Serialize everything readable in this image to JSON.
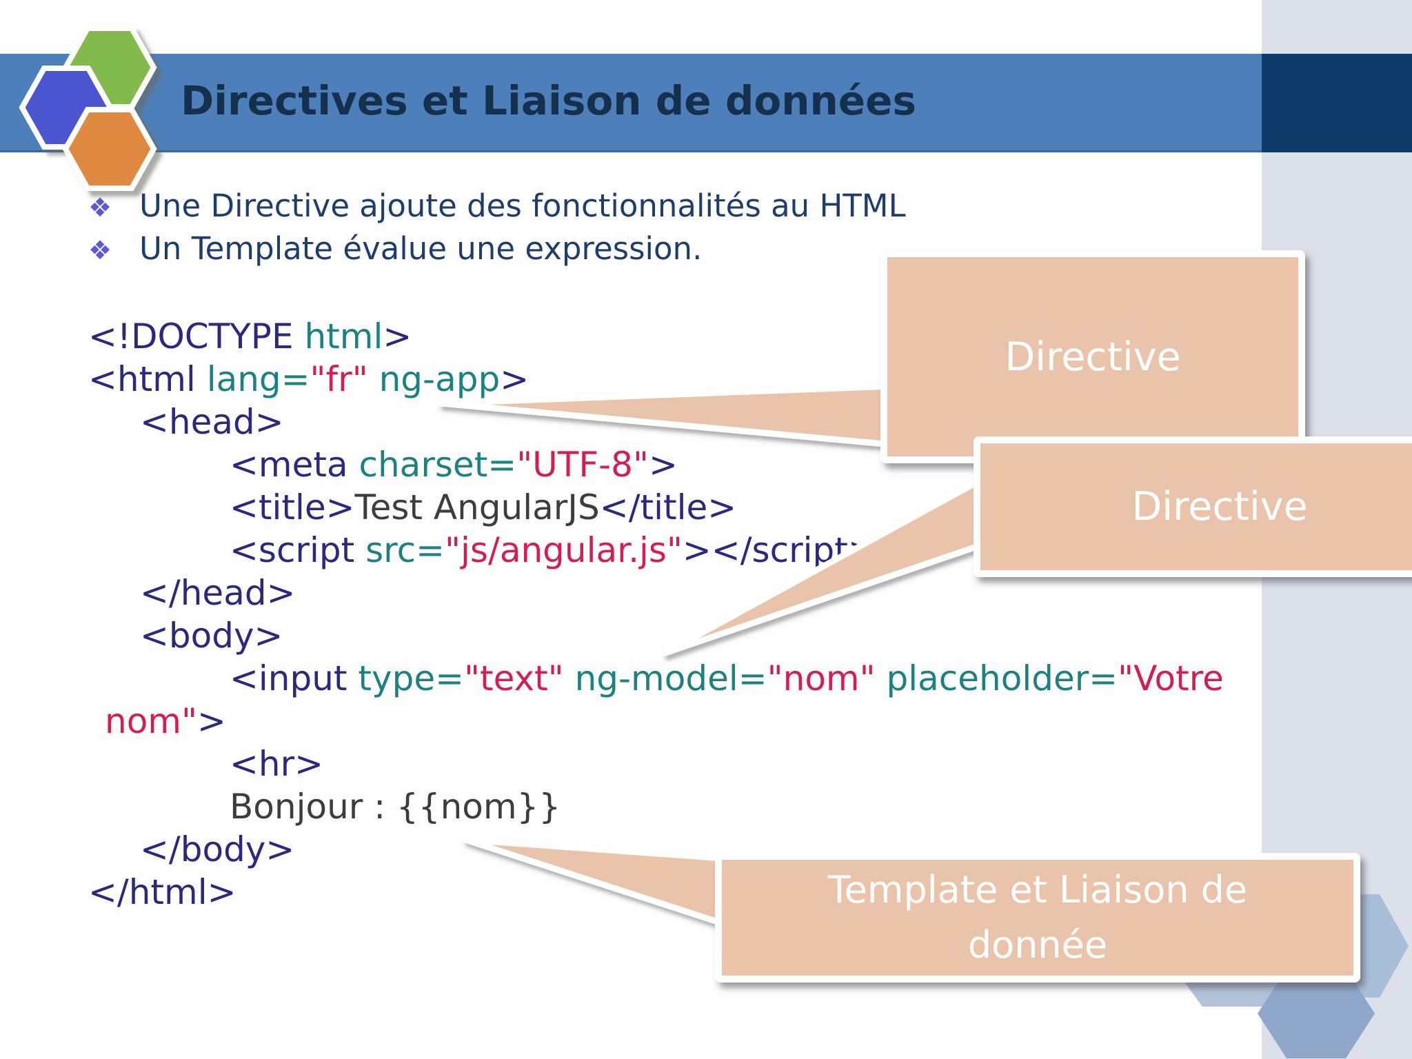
{
  "header": {
    "title": "Directives et Liaison de données"
  },
  "logo": {
    "hexagons": [
      {
        "icon": "green-hexagon-icon",
        "color": "#82ba4b"
      },
      {
        "icon": "blue-hexagon-icon",
        "color": "#4b55cf"
      },
      {
        "icon": "orange-hexagon-icon",
        "color": "#df8a41"
      }
    ]
  },
  "bullets": {
    "marker": "❖",
    "items": [
      "Une Directive ajoute des fonctionnalités au HTML",
      "Un Template évalue une expression."
    ]
  },
  "code": {
    "lines": [
      {
        "indent": "0",
        "segments": [
          {
            "tok": "tag",
            "text": "<!DOCTYPE "
          },
          {
            "tok": "attr",
            "text": "html"
          },
          {
            "tok": "tag",
            "text": ">"
          }
        ]
      },
      {
        "indent": "0",
        "segments": [
          {
            "tok": "tag",
            "text": "<html "
          },
          {
            "tok": "attr",
            "text": "lang="
          },
          {
            "tok": "val",
            "text": "\"fr\""
          },
          {
            "tok": "attr",
            "text": " ng-app"
          },
          {
            "tok": "tag",
            "text": ">"
          }
        ]
      },
      {
        "indent": "1",
        "segments": [
          {
            "tok": "tag",
            "text": "<head>"
          }
        ]
      },
      {
        "indent": "2",
        "segments": [
          {
            "tok": "tag",
            "text": "<meta "
          },
          {
            "tok": "attr",
            "text": "charset="
          },
          {
            "tok": "val",
            "text": "\"UTF-8\""
          },
          {
            "tok": "tag",
            "text": ">"
          }
        ]
      },
      {
        "indent": "2",
        "segments": [
          {
            "tok": "tag",
            "text": "<title>"
          },
          {
            "tok": "txt",
            "text": "Test AngularJS"
          },
          {
            "tok": "tag",
            "text": "</title>"
          }
        ]
      },
      {
        "indent": "2",
        "segments": [
          {
            "tok": "tag",
            "text": "<script "
          },
          {
            "tok": "attr",
            "text": "src="
          },
          {
            "tok": "val",
            "text": "\"js/angular.js\""
          },
          {
            "tok": "tag",
            "text": "></script>"
          }
        ]
      },
      {
        "indent": "1",
        "segments": [
          {
            "tok": "tag",
            "text": "</head>"
          }
        ]
      },
      {
        "indent": "1",
        "segments": [
          {
            "tok": "tag",
            "text": "<body>"
          }
        ]
      },
      {
        "indent": "2",
        "segments": [
          {
            "tok": "tag",
            "text": "<input "
          },
          {
            "tok": "attr",
            "text": "type="
          },
          {
            "tok": "val",
            "text": "\"text\""
          },
          {
            "tok": "attr",
            "text": " ng-model="
          },
          {
            "tok": "val",
            "text": "\"nom\""
          },
          {
            "tok": "attr",
            "text": " placeholder="
          },
          {
            "tok": "val",
            "text": "\"Votre"
          }
        ]
      },
      {
        "indent": "w",
        "segments": [
          {
            "tok": "val",
            "text": "nom\""
          },
          {
            "tok": "tag",
            "text": ">"
          }
        ]
      },
      {
        "indent": "2",
        "segments": [
          {
            "tok": "tag",
            "text": "<hr>"
          }
        ]
      },
      {
        "indent": "2",
        "segments": [
          {
            "tok": "txt",
            "text": "Bonjour : {{nom}}"
          }
        ]
      },
      {
        "indent": "1",
        "segments": [
          {
            "tok": "tag",
            "text": "</body>"
          }
        ]
      },
      {
        "indent": "0",
        "segments": [
          {
            "tok": "tag",
            "text": "</html>"
          }
        ]
      }
    ]
  },
  "callouts": [
    {
      "label": "Directive"
    },
    {
      "label": "Directive"
    },
    {
      "label": "Template et Liaison de donnée"
    }
  ],
  "colors": {
    "header_blue": "#4d80ba",
    "header_dark": "#0d3a68",
    "band": "#dbe0e9",
    "title_color": "#14304d",
    "bullet_text": "#1d3d6e",
    "bullet_marker": "#5a5ad6",
    "code_tag": "#29297d",
    "code_attr": "#1e8181",
    "code_val": "#d21e50",
    "code_txt": "#3d3d3d",
    "callout_fill": "#eac3ab",
    "callout_text": "#ffffff",
    "deco_hex_light": "#b2c2d9",
    "deco_hex_mid": "#a9bfd8",
    "deco_hex_dark": "#8fa7c8"
  }
}
